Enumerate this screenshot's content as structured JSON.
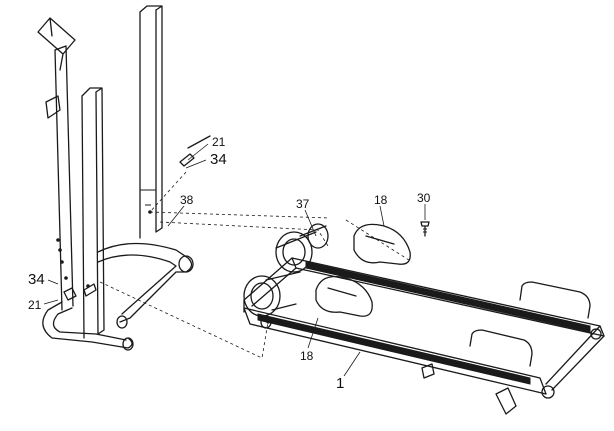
{
  "callouts": [
    {
      "id": "c21a",
      "text": "21"
    },
    {
      "id": "c34a",
      "text": "34"
    },
    {
      "id": "c38",
      "text": "38"
    },
    {
      "id": "c37",
      "text": "37"
    },
    {
      "id": "c18a",
      "text": "18"
    },
    {
      "id": "c30",
      "text": "30"
    },
    {
      "id": "c34b",
      "text": "34"
    },
    {
      "id": "c21b",
      "text": "21"
    },
    {
      "id": "c18b",
      "text": "18"
    },
    {
      "id": "c1",
      "text": "1"
    }
  ]
}
